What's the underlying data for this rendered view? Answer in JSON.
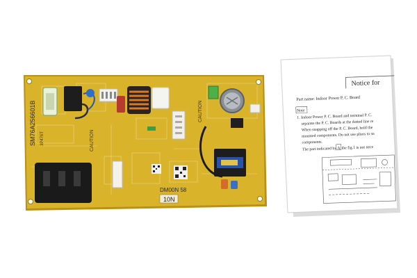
{
  "board": {
    "part_code": "SM76A256601B",
    "sub_code": "3P476T",
    "caution_top": "CAUTION",
    "caution_left": "CAUTION",
    "silk_label": "DM00N 58",
    "sticker": "10N"
  },
  "notice": {
    "title": "Notice for",
    "part_name": "Part name: Indoor Power P. C. Board",
    "note_heading": "Note",
    "lines": [
      "1. Indoor Power P. C. Board and terminal P. C.",
      "separate the P. C. Boards at the dotted line re",
      "When snapping off the P. C. Board, hold the",
      "mounted components. Do not use pliers to sn",
      "components.",
      "The part indicated by  in the fig.1 is not nece"
    ],
    "boxed_letter": "A"
  },
  "colors": {
    "pcb": "#d9b32a",
    "pcb_edge": "#b8901a",
    "paper": "#ffffff"
  }
}
